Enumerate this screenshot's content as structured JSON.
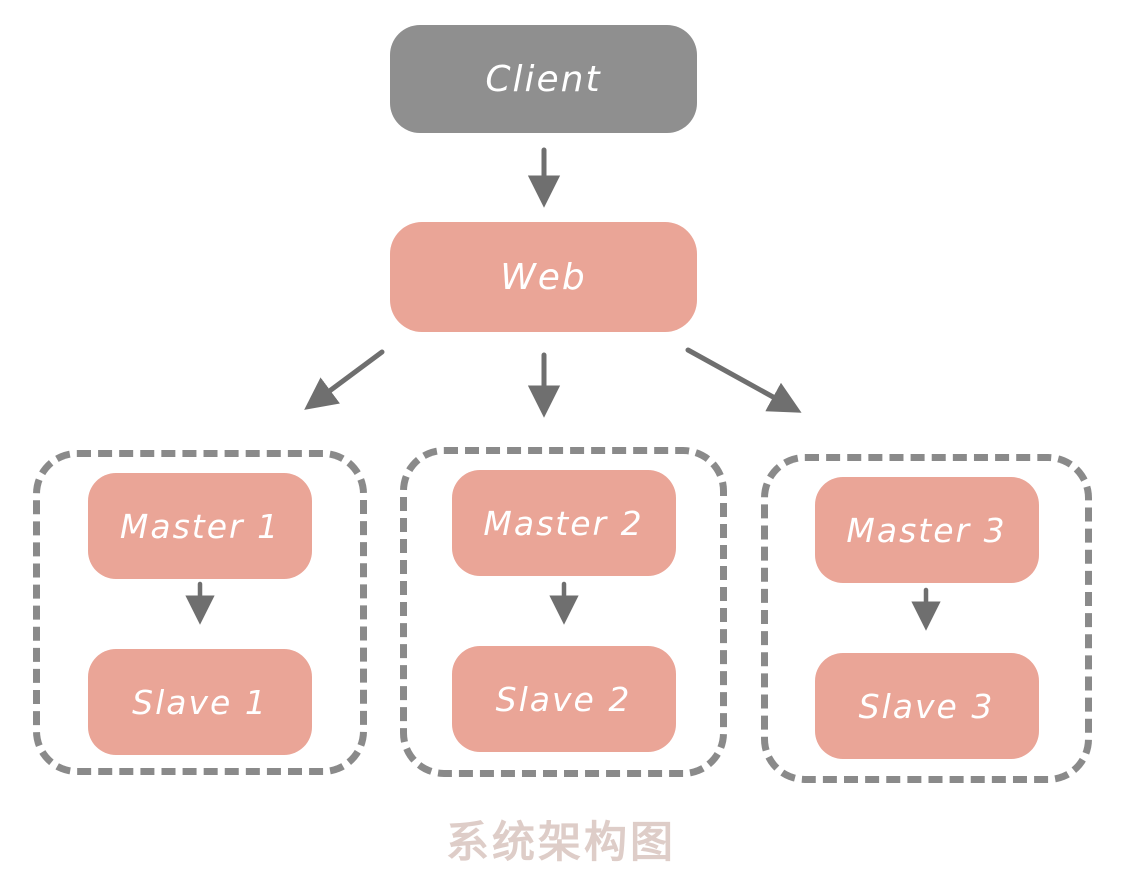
{
  "diagram": {
    "caption": "系统架构图",
    "nodes": {
      "client": "Client",
      "web": "Web"
    },
    "groups": [
      {
        "master": "Master 1",
        "slave": "Slave 1"
      },
      {
        "master": "Master 2",
        "slave": "Slave 2"
      },
      {
        "master": "Master 3",
        "slave": "Slave 3"
      }
    ],
    "colors": {
      "client_fill": "#8F8F8F",
      "node_fill": "#EAA597",
      "label_text": "#FFFFFF",
      "arrow": "#6F6F6F",
      "group_border": "#8A8A8A",
      "caption_text": "#DECDC8",
      "background": "#FFFFFF"
    }
  }
}
